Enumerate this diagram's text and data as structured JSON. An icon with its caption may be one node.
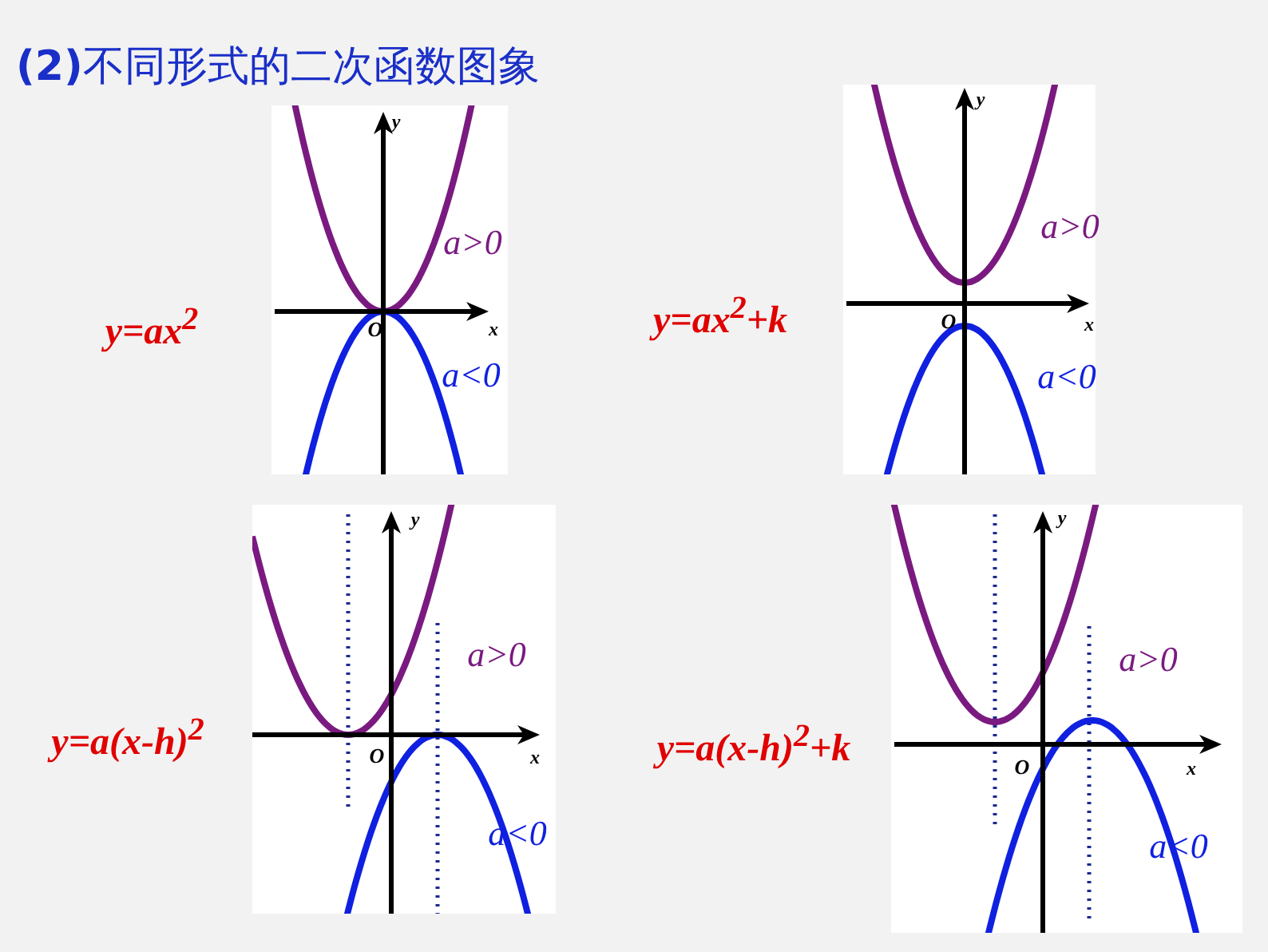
{
  "diagram": {
    "title": "**(2)**不同形式的二次函数图象",
    "labels": [
      "y=ax$^{2}$",
      "y",
      "a>0",
      "O",
      "x",
      "a<0",
      "y=ax$^{2}$+k",
      "y",
      "a>0",
      "O",
      "x",
      "a<0",
      "y=a(x-h)$^{2}$",
      "y",
      "a>0",
      "O",
      "x",
      "a<0",
      "y=a(x-h)$^{2}$+k",
      "y",
      "a>0",
      "O",
      "x",
      "a<0"
    ]
  }
}
